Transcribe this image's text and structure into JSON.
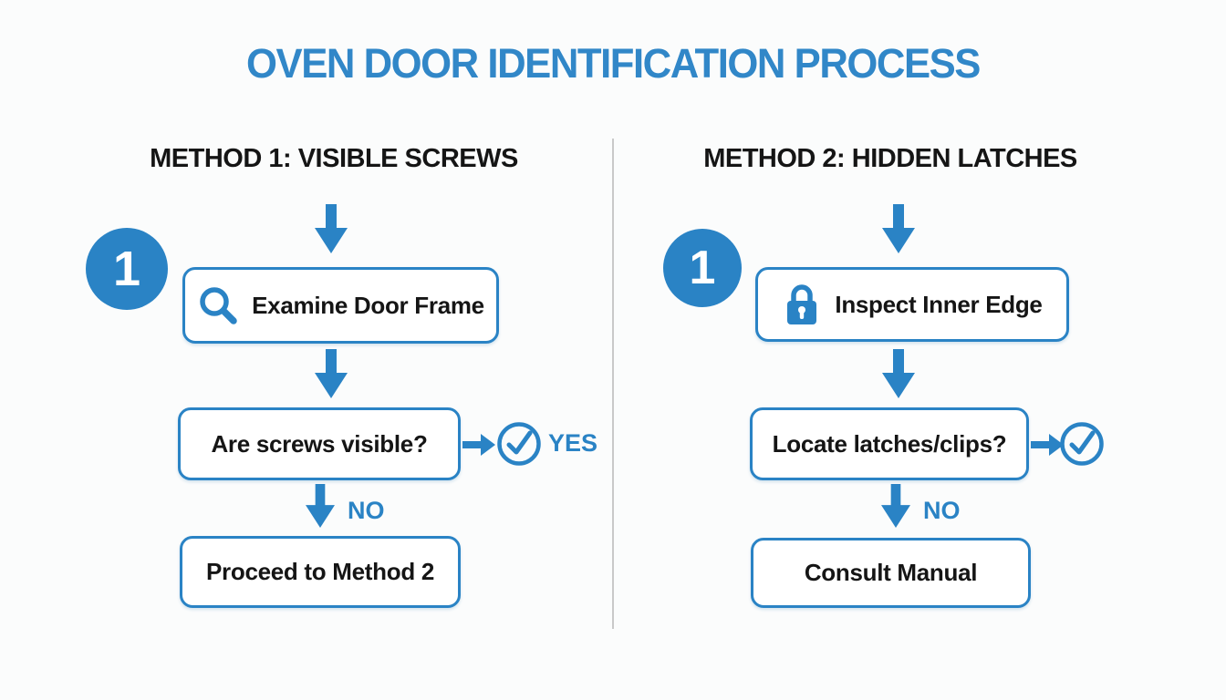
{
  "title": "OVEN DOOR IDENTIFICATION PROCESS",
  "colors": {
    "accent": "#2A83C5",
    "title_blue": "#3187C8",
    "text": "#151515",
    "divider": "#c9c9c9",
    "background": "#fbfcfc",
    "box_fill": "#ffffff"
  },
  "methods": [
    {
      "heading": "METHOD 1: VISIBLE SCREWS",
      "badge": "1",
      "steps": {
        "step1": {
          "icon": "search-icon",
          "label": "Examine Door Frame"
        },
        "decision": {
          "label": "Are screws visible?",
          "yes_label": "YES",
          "no_label": "NO"
        },
        "outcome": {
          "label": "Proceed to Method 2"
        }
      }
    },
    {
      "heading": "METHOD 2: HIDDEN LATCHES",
      "badge": "1",
      "steps": {
        "step1": {
          "icon": "lock-icon",
          "label": "Inspect Inner Edge"
        },
        "decision": {
          "label": "Locate latches/clips?",
          "yes_label": "",
          "no_label": "NO"
        },
        "outcome": {
          "label": "Consult Manual"
        }
      }
    }
  ]
}
